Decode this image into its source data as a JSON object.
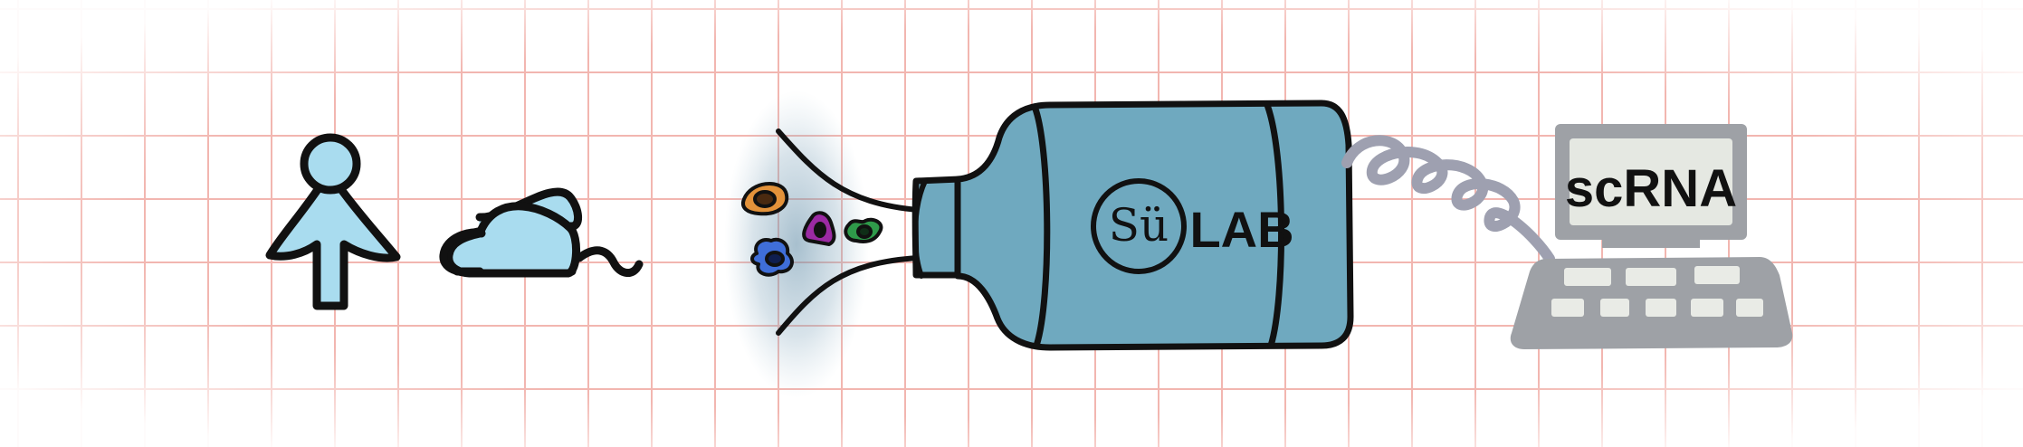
{
  "illustration": {
    "lab_logo_text": "Sü",
    "lab_label": "LAB",
    "screen_label": "scRNA"
  },
  "colors": {
    "grid_line": "#f2b6b0",
    "outline": "#111111",
    "human_fill": "#a9dcef",
    "mouse_fill": "#a9dcef",
    "bottle_fill": "#6fa9bf",
    "cell_orange": "#e3923a",
    "cell_blue": "#3f6ed8",
    "cell_purple": "#9b2aa3",
    "cell_green": "#2f9a4a",
    "funnel_haze": "#6f96ad",
    "computer_gray": "#9ea1a6",
    "computer_light": "#e9ebe6",
    "cable_gray": "#9ea0b0"
  },
  "icons": [
    "human-icon",
    "mouse-icon",
    "tissue-funnel-icon",
    "cells-icon",
    "lab-bottle-icon",
    "coiled-cable-icon",
    "computer-icon"
  ]
}
